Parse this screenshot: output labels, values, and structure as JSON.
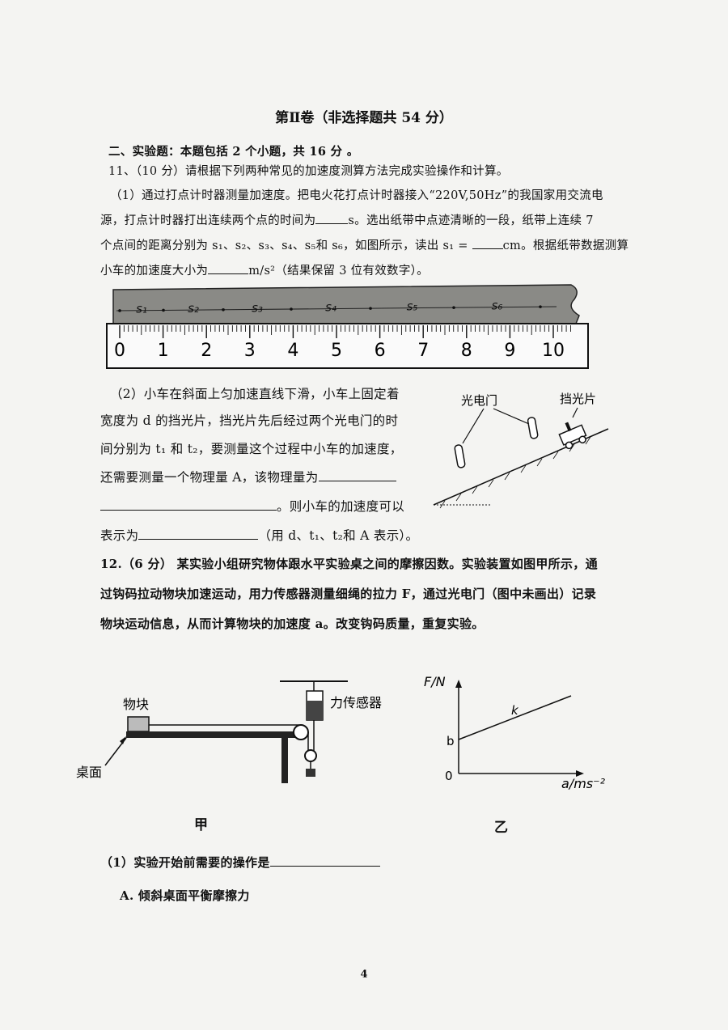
{
  "header": {
    "title": "第Ⅱ卷（非选择题共 54 分）"
  },
  "section2": {
    "heading": "二、实验题：本题包括 2 个小题，共 16 分 。"
  },
  "q11": {
    "stem": "11、（10 分）请根据下列两种常见的加速度测算方法完成实验操作和计算。",
    "p1_l1": "（1）通过打点计时器测量加速度。把电火花打点计时器接入“220V,50Hz”的我国家用交流电",
    "p1_l2a": "源，打点计时器打出连续两个点的时间为",
    "p1_l2b": "s。选出纸带中点迹清晰的一段，纸带上连续 7",
    "p1_l3a": "个点间的距离分别为 s₁、s₂、s₃、s₄、s₅和 s₆，如图所示，读出 s₁ =",
    "p1_l3b": "cm。根据纸带数据测算",
    "p1_l4a": "小车的加速度大小为",
    "p1_l4b": "m/s²（结果保留 3 位有效数字）。",
    "ruler": {
      "numbers": [
        "0",
        "1",
        "2",
        "3",
        "4",
        "5",
        "6",
        "7",
        "8",
        "9",
        "10"
      ],
      "segments": [
        "s₁",
        "s₂",
        "s₃",
        "s₄",
        "s₅",
        "s₆"
      ]
    },
    "p2_l1": "（2）小车在斜面上匀加速直线下滑，小车上固定着",
    "p2_l2": "宽度为 d 的挡光片，挡光片先后经过两个光电门的时",
    "p2_l3": "间分别为 t₁ 和 t₂，要测量这个过程中小车的加速度，",
    "p2_l4a": "还需要测量一个物理量 A，该物理量为",
    "p2_l5b": "。则小车的加速度可以",
    "p2_l6a": "表示为",
    "p2_l6b": "（用 d、t₁、t₂和 A 表示）。",
    "incline": {
      "gate_label": "光电门",
      "flag_label": "挡光片"
    }
  },
  "q12": {
    "l1": "12.（6 分）  某实验小组研究物体跟水平实验桌之间的摩擦因数。实验装置如图甲所示，通",
    "l2": "过钩码拉动物块加速运动，用力传感器测量细绳的拉力 F，通过光电门（图中未画出）记录",
    "l3": "物块运动信息，从而计算物块的加速度 a。改变钩码质量，重复实验。",
    "fig_a": {
      "block_label": "物块",
      "desk_label": "桌面",
      "sensor_label": "力传感器",
      "caption": "甲"
    },
    "fig_b": {
      "y_axis": "F/N",
      "x_axis": "a/ms⁻²",
      "origin": "0",
      "intercept": "b",
      "slope": "k",
      "caption": "乙"
    },
    "sub1": "（1）实验开始前需要的操作是",
    "optA": "A. 倾斜桌面平衡摩擦力"
  },
  "footer": {
    "page": "4"
  }
}
